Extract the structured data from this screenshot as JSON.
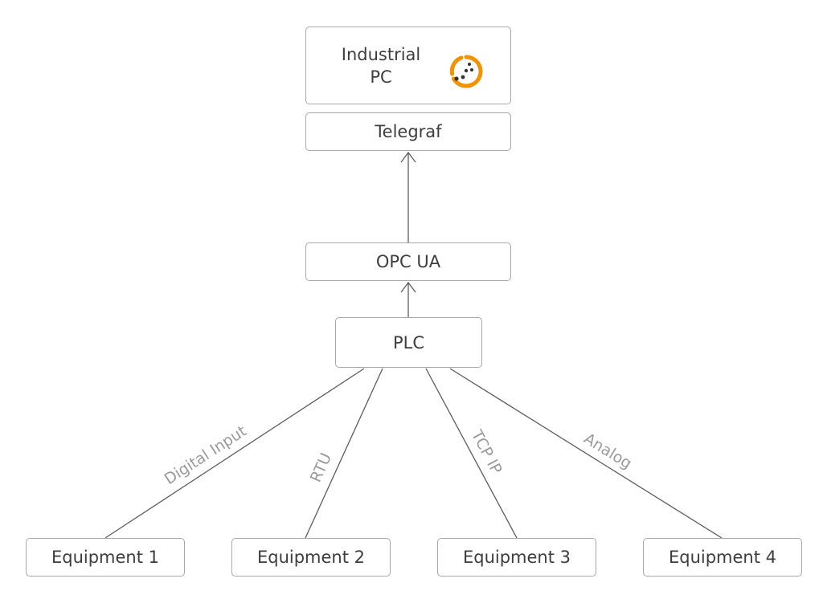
{
  "nodes": {
    "industrial_pc": {
      "line1": "Industrial",
      "line2": "PC",
      "logo_icon": "orange-ring-dots-logo-icon"
    },
    "telegraf": "Telegraf",
    "opc_ua": "OPC UA",
    "plc": "PLC",
    "equipment": [
      "Equipment 1",
      "Equipment 2",
      "Equipment 3",
      "Equipment 4"
    ]
  },
  "edges": {
    "plc_to_equipment_labels": [
      "Digital Input",
      "RTU",
      "TCP IP",
      "Analog"
    ]
  },
  "colors": {
    "logo_accent": "#f39200",
    "logo_dots": "#333333",
    "border": "#a8a8a8",
    "edge_label": "#9a9a9a"
  }
}
